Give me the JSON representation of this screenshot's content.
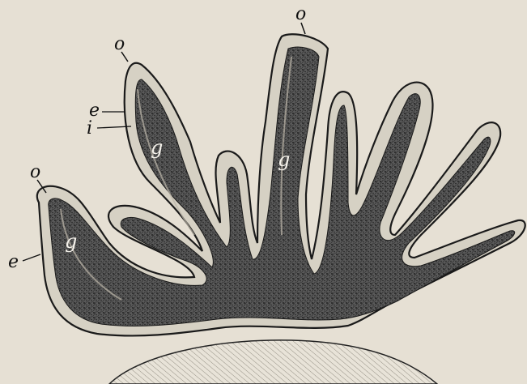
{
  "labels": {
    "o_top_center": "o",
    "o_top_left": "o",
    "o_left": "o",
    "e_upper": "e",
    "i_upper": "i",
    "e_left": "e",
    "g_upper_lobe": "g",
    "g_center_lobe": "g",
    "g_left_lobe": "g"
  },
  "colors": {
    "paper": "#e6e0d4",
    "ink": "#1a1a1a",
    "tissue_dark": "#4a4a4a",
    "epidermis_light": "#d9d4c8"
  }
}
